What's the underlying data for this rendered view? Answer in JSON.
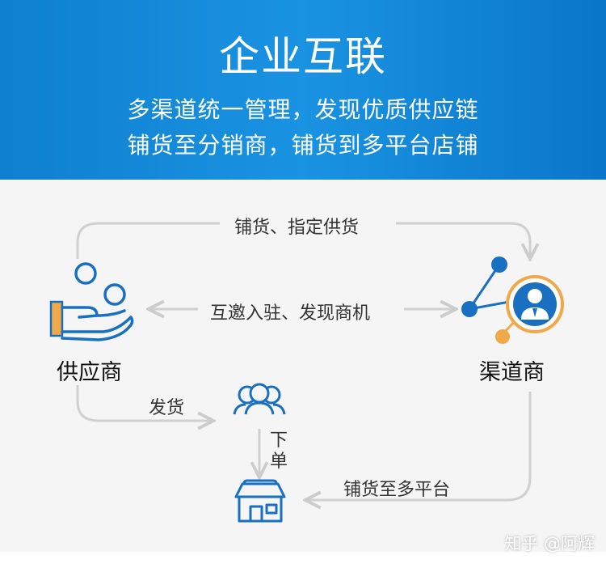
{
  "header": {
    "title": "企业互联",
    "line1": "多渠道统一管理，发现优质供应链",
    "line2": "铺货至分销商，铺货到多平台店铺"
  },
  "nodes": {
    "supplier": "供应商",
    "channel": "渠道商"
  },
  "edges": {
    "top": "铺货、指定供货",
    "middle": "互邀入驻、发现商机",
    "ship": "发货",
    "order": "下单",
    "platform": "铺货至多平台"
  },
  "watermark": "知乎 @阿辉",
  "colors": {
    "header_blue": "#1a8fdf",
    "icon_blue": "#1a70c0",
    "accent_orange": "#f0a94a",
    "arrow_gray": "#cccccc"
  }
}
